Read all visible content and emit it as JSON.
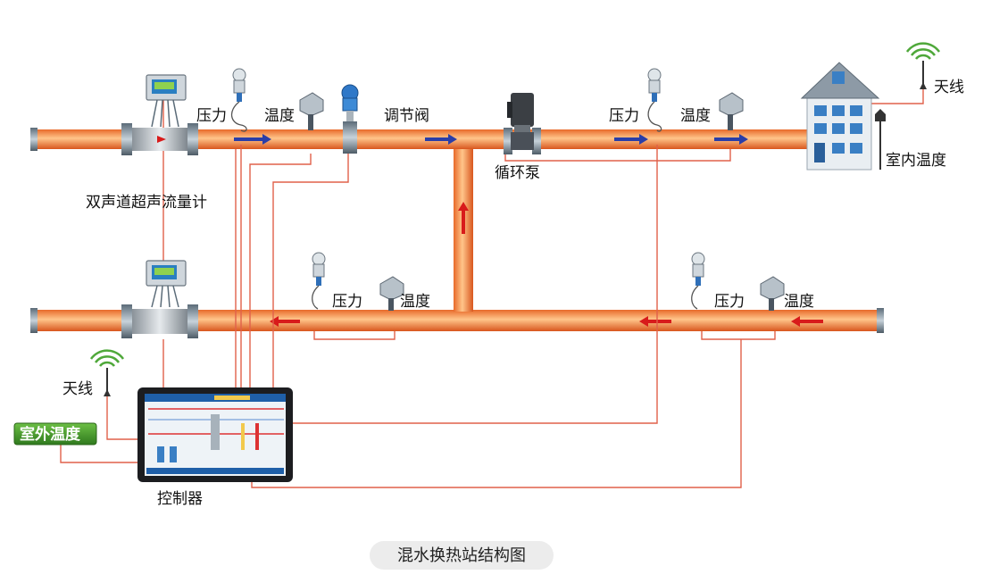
{
  "labels": {
    "flowmeter": "双声道超声流量计",
    "pressure": "压力",
    "temperature": "温度",
    "valve": "调节阀",
    "pump": "循环泵",
    "antenna": "天线",
    "indoor_temp": "室内温度",
    "outdoor_temp": "室外温度",
    "controller": "控制器"
  },
  "caption": "混水换热站结构图",
  "colors": {
    "pipe": "#f08a3a",
    "pipe_highlight": "#ffd7a8",
    "signal_line": "#e0604a",
    "arrow_blue": "#2a3ea8",
    "arrow_red": "#d81b1b",
    "outdoor_badge": "#3f8f2a"
  }
}
